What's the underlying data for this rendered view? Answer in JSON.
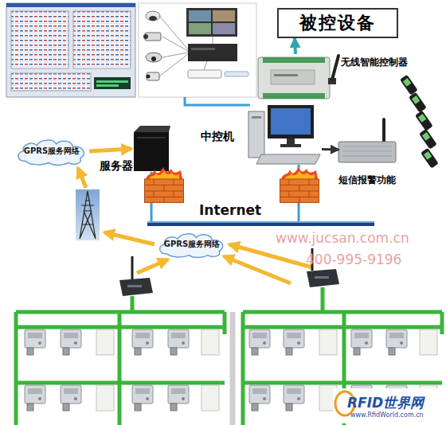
{
  "diagram": {
    "nodes": [
      {
        "text": [
          "被控设备"
        ]
      },
      {
        "text": [
          "无线智能控制器"
        ]
      },
      {
        "text": [
          "GPRS服务网络"
        ]
      },
      {
        "text": [
          "服务器"
        ]
      },
      {
        "text": [
          "中控机"
        ]
      },
      {
        "text": [
          "短信报警功能"
        ]
      },
      {
        "text": [
          "Internet"
        ]
      },
      {
        "text": [
          "GPRS服务网络"
        ]
      }
    ],
    "edges": [
      {
        "from": 1,
        "to": 0,
        "arrow": "to"
      },
      {
        "from": 2,
        "to": 3,
        "arrow": "to"
      },
      {
        "from": 4,
        "to": 5,
        "arrow": "to"
      },
      {
        "from": 3,
        "to": 6,
        "arrow": "none"
      },
      {
        "from": 4,
        "to": 6,
        "arrow": "none"
      }
    ],
    "labels": [
      "www.jucsan.com.cn",
      "400-995-9196",
      "RFID世界网",
      "www.RfidWorld.com.cn"
    ]
  }
}
